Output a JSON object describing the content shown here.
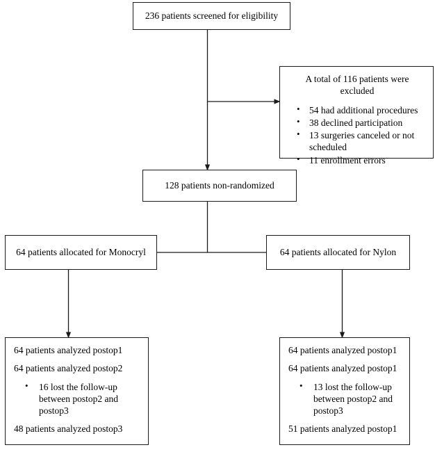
{
  "diagram": {
    "title": "Patient flow diagram",
    "line_color": "#1a1a1a",
    "background": "#ffffff"
  },
  "nodes": {
    "screened": {
      "text": "236 patients screened for eligibility"
    },
    "excluded": {
      "heading": "A total of 116 patients were excluded",
      "reasons": [
        "54 had additional procedures",
        "38 declined participation",
        "13 surgeries canceled or not scheduled",
        "11 enrollment errors"
      ]
    },
    "nonrandomized": {
      "text": "128 patients non-randomized"
    },
    "alloc_left": {
      "text": "64 patients allocated for Monocryl"
    },
    "alloc_right": {
      "text": "64 patients allocated for Nylon"
    },
    "outcome_left": {
      "line1": "64 patients analyzed postop1",
      "line2": "64 patients analyzed postop2",
      "bullet1": "16 lost the follow-up between postop2 and postop3",
      "line3": "48 patients analyzed postop3"
    },
    "outcome_right": {
      "line1": "64 patients analyzed postop1",
      "line2": "64 patients analyzed postop1",
      "bullet1": "13 lost the follow-up between postop2 and postop3",
      "line3": "51 patients analyzed postop1"
    }
  }
}
